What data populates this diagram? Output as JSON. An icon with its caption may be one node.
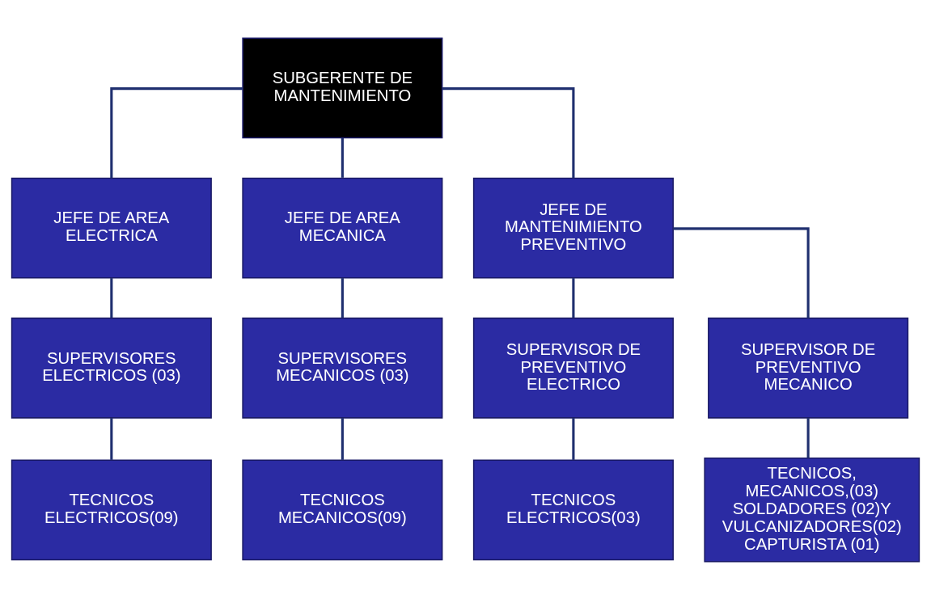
{
  "diagram": {
    "nodes": [
      {
        "text": [
          "SUBGERENTE DE MANTENIMIENTO"
        ]
      },
      {
        "text": [
          "JEFE DE AREA ELECTRICA"
        ]
      },
      {
        "text": [
          "JEFE DE AREA MECANICA"
        ]
      },
      {
        "text": [
          "JEFE DE MANTENIMIENTO PREVENTIVO"
        ]
      },
      {
        "text": [
          "SUPERVISORES ELECTRICOS (03)"
        ]
      },
      {
        "text": [
          "SUPERVISORES MECANICOS (03)"
        ]
      },
      {
        "text": [
          "SUPERVISOR DE PREVENTIVO ELECTRICO"
        ]
      },
      {
        "text": [
          "SUPERVISOR DE PREVENTIVO MECANICO"
        ]
      },
      {
        "text": [
          "TECNICOS ELECTRICOS(09)"
        ]
      },
      {
        "text": [
          "TECNICOS MECANICOS(09)"
        ]
      },
      {
        "text": [
          "TECNICOS ELECTRICOS(03)"
        ]
      },
      {
        "text": [
          "TECNICOS, MECANICOS,(03) SOLDADORES (02)Y VULCANIZADORES(02) CAPTURISTA (01)"
        ]
      }
    ],
    "edges": [
      {
        "from": 0,
        "to": 1,
        "arrow": "none"
      },
      {
        "from": 0,
        "to": 2,
        "arrow": "none"
      },
      {
        "from": 0,
        "to": 3,
        "arrow": "none"
      },
      {
        "from": 1,
        "to": 4,
        "arrow": "none"
      },
      {
        "from": 2,
        "to": 5,
        "arrow": "none"
      },
      {
        "from": 3,
        "to": 6,
        "arrow": "none"
      },
      {
        "from": 3,
        "to": 7,
        "arrow": "none"
      },
      {
        "from": 4,
        "to": 8,
        "arrow": "none"
      },
      {
        "from": 5,
        "to": 9,
        "arrow": "none"
      },
      {
        "from": 6,
        "to": 10,
        "arrow": "none"
      },
      {
        "from": 7,
        "to": 11,
        "arrow": "none"
      }
    ]
  }
}
